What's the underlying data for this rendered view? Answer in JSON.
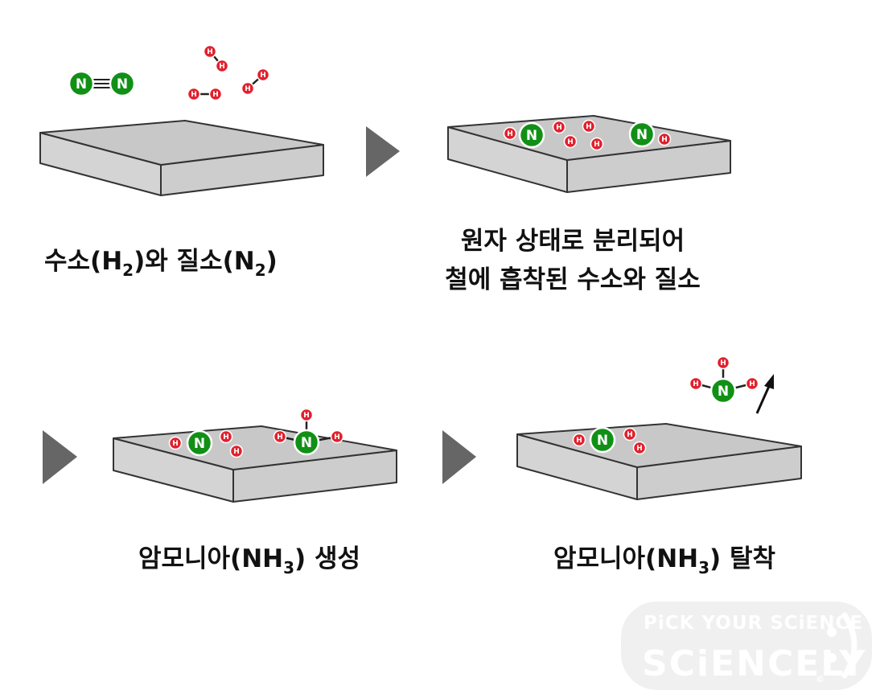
{
  "colors": {
    "nitrogen": "#119016",
    "hydrogen": "#e2202d",
    "slab_top": "#c8c8c8",
    "slab_side": "#d4d4d4",
    "slab_front": "#cdcdcd",
    "outline": "#333333",
    "arrow": "#666666",
    "text": "#111111",
    "watermark": "#f0f0f0"
  },
  "atoms": {
    "nitrogen_symbol": "N",
    "hydrogen_symbol": "H"
  },
  "steps": [
    {
      "id": "step1",
      "caption_parts": [
        "수소(H",
        "2",
        ")와 질소(N",
        "2",
        ")"
      ]
    },
    {
      "id": "step2",
      "caption_lines": [
        "원자 상태로 분리되어",
        "철에 흡착된 수소와 질소"
      ]
    },
    {
      "id": "step3",
      "caption_parts": [
        "암모니아(NH",
        "3",
        ") 생성"
      ]
    },
    {
      "id": "step4",
      "caption_parts": [
        "암모니아(NH",
        "3",
        ") 탈착"
      ]
    }
  ],
  "watermark": {
    "tagline": "PiCK YOUR SCiENCE",
    "brand": "SCiENCELY",
    "copyright": "©"
  }
}
